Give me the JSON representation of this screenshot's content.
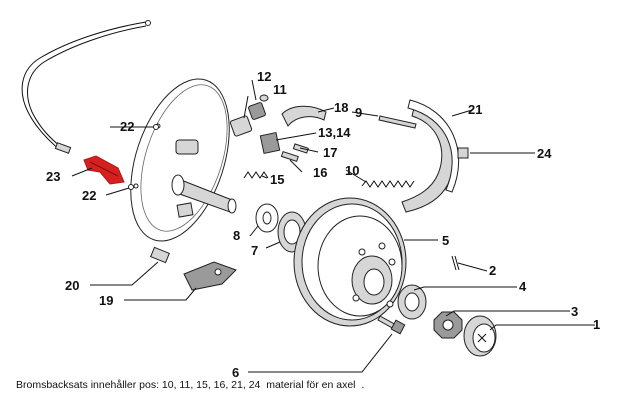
{
  "callouts": {
    "c1": "1",
    "c2": "2",
    "c3": "3",
    "c4": "4",
    "c5": "5",
    "c6": "6",
    "c7": "7",
    "c8": "8",
    "c9": "9",
    "c10": "10",
    "c11": "11",
    "c12": "12",
    "c13_14": "13,14",
    "c15": "15",
    "c16": "16",
    "c17": "17",
    "c18": "18",
    "c19": "19",
    "c20": "20",
    "c21": "21",
    "c22a": "22",
    "c22b": "22",
    "c23": "23",
    "c24": "24"
  },
  "caption": "Bromsbacksats innehåller pos: 10, 11, 15, 16, 21, 24  material för en axel  ."
}
